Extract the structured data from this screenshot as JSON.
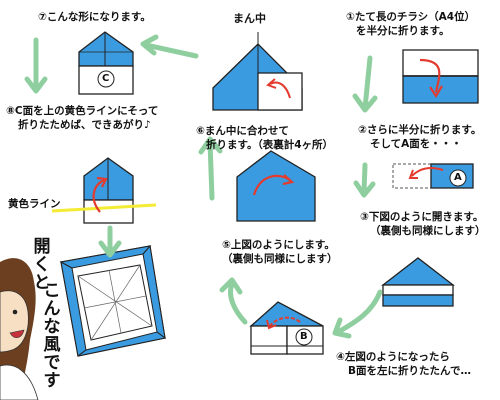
{
  "colors": {
    "blue": "#3b9be0",
    "arrow_green": "#8fcf9f",
    "arrow_red": "#e33b2e",
    "yellow_line": "#f4ec34",
    "hair": "#6b3f1f",
    "skin": "#f7dfc4"
  },
  "steps": {
    "s1": {
      "l1": "①たて長のチラシ（A4位）",
      "l2": "を半分に折ります。"
    },
    "s2": {
      "l1": "②さらに半分に折ります。",
      "l2": "そしてA面を・・・"
    },
    "s3": {
      "l1": "③下図のように開きます。",
      "l2": "（裏側も同様にします）"
    },
    "s4": {
      "l1": "④左図のようになったら",
      "l2": "B面を左に折りたたんで…"
    },
    "s5": {
      "l1": "⑤上図のようにします。",
      "l2": "（裏側も同様にします）"
    },
    "s6": {
      "l1": "⑥まん中に合わせて",
      "l2": "折ります。（表裏計4ヶ所）"
    },
    "s7": {
      "l1": "⑦こんな形になります。"
    },
    "s8": {
      "l1": "⑧C面を上の黄色ラインにそって",
      "l2": "折りたためば、できあがり♪"
    }
  },
  "labels": {
    "center": "まん中",
    "yellow_line": "黄色ライン",
    "face_a": "A",
    "face_b": "B",
    "face_c": "C"
  },
  "side_caption": {
    "col1": [
      "開",
      "く",
      "と"
    ],
    "col2": [
      "こ",
      "ん",
      "な",
      "風",
      "で",
      "す"
    ]
  }
}
